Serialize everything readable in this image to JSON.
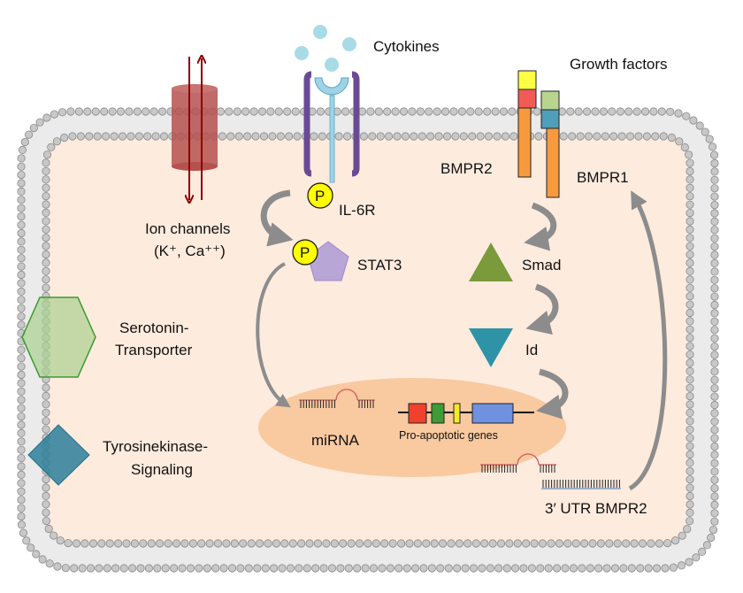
{
  "diagram": {
    "title": "",
    "colors": {
      "background": "#ffffff",
      "cytoplasm": "#fdebde",
      "membrane_head": "#c8c8c8",
      "membrane_head_stroke": "#8a8a8a",
      "membrane_tail": "#9a9a9a",
      "nucleus": "#f9c9a0",
      "ion_channel": "#b5514f",
      "ion_arrow": "#8b0000",
      "cytokine": "#a8dbe6",
      "il6r_purple": "#6a4a94",
      "il6r_blue": "#9ed3e6",
      "phosphate": "#ffff00",
      "stat3": "#b8a6d6",
      "bmpr2_top": "#ffff44",
      "bmpr2_mid": "#f25b55",
      "bmpr_body": "#f79a3e",
      "bmpr1_top": "#b8d48f",
      "bmpr1_mid": "#4f9fb8",
      "smad": "#7a9a3c",
      "id": "#2f93a7",
      "serotonin": "#a9d08e",
      "serotonin_stroke": "#3a9a32",
      "tyrosinekinase": "#2d7f9a",
      "arrow_gray": "#8c8c8c",
      "gene_red": "#f0412e",
      "gene_green": "#3e9b35",
      "gene_yellow": "#f5ea2a",
      "gene_blue": "#7091e0",
      "mirna_loop": "#d06060",
      "utr_line": "#6a8ab8"
    },
    "labels": {
      "cytokines": "Cytokines",
      "growth_factors": "Growth factors",
      "ion_channels_line1": "Ion channels",
      "ion_channels_line2": "(K⁺, Ca⁺⁺)",
      "il6r": "IL-6R",
      "stat3": "STAT3",
      "phosphate": "P",
      "bmpr2": "BMPR2",
      "bmpr1": "BMPR1",
      "smad": "Smad",
      "id": "Id",
      "serotonin_line1": "Serotonin-",
      "serotonin_line2": "Transporter",
      "tyrosine_line1": "Tyrosinekinase-",
      "tyrosine_line2": "Signaling",
      "mirna": "miRNA",
      "pro_apoptotic_genes": "Pro-apoptotic genes",
      "utr_bmpr2": "3′ UTR BMPR2"
    },
    "nodes": [
      {
        "id": "cytokines",
        "label": "Cytokines",
        "shape": "circles"
      },
      {
        "id": "growth_factors",
        "label": "Growth factors"
      },
      {
        "id": "ion_channel",
        "label": "Ion channels (K+, Ca++)",
        "shape": "cylinder"
      },
      {
        "id": "il6r",
        "label": "IL-6R",
        "shape": "receptor"
      },
      {
        "id": "stat3",
        "label": "STAT3",
        "shape": "pentagon"
      },
      {
        "id": "bmpr2",
        "label": "BMPR2",
        "shape": "receptor-bar"
      },
      {
        "id": "bmpr1",
        "label": "BMPR1",
        "shape": "receptor-bar"
      },
      {
        "id": "smad",
        "label": "Smad",
        "shape": "triangle-up"
      },
      {
        "id": "id",
        "label": "Id",
        "shape": "triangle-down"
      },
      {
        "id": "serotonin_transporter",
        "label": "Serotonin-Transporter",
        "shape": "hexagon"
      },
      {
        "id": "tyrosinekinase",
        "label": "Tyrosinekinase-Signaling",
        "shape": "diamond"
      },
      {
        "id": "mirna",
        "label": "miRNA"
      },
      {
        "id": "genes",
        "label": "Pro-apoptotic genes"
      },
      {
        "id": "utr",
        "label": "3' UTR BMPR2"
      }
    ],
    "edges": [
      {
        "from": "il6r",
        "to": "stat3"
      },
      {
        "from": "stat3",
        "to": "mirna"
      },
      {
        "from": "bmpr2",
        "to": "smad"
      },
      {
        "from": "smad",
        "to": "id"
      },
      {
        "from": "id",
        "to": "genes"
      },
      {
        "from": "utr",
        "to": "bmpr1"
      }
    ]
  }
}
